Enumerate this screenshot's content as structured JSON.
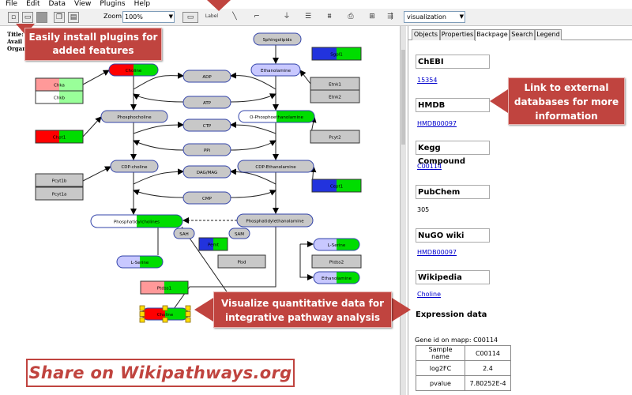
{
  "menu": [
    "File",
    "Edit",
    "Data",
    "View",
    "Plugins",
    "Help"
  ],
  "toolbar": {
    "zoom_label": "Zoom:",
    "zoom_value": "100%",
    "label_btn": "Label",
    "vis_select": "visualization"
  },
  "left_info": [
    "Title:",
    "Avail",
    "Organ"
  ],
  "pathway": {
    "nodes": [
      {
        "id": "choline",
        "label": "Choline",
        "kind": "metab",
        "fill": "split",
        "left": "#ff0000",
        "right": "#00dd00"
      },
      {
        "id": "sphingolipids",
        "label": "Sphingolipids",
        "kind": "metab",
        "fill": "#c8c8c8"
      },
      {
        "id": "ethanolamine",
        "label": "Ethanolamine",
        "kind": "metab",
        "fill": "#c8c8ff"
      },
      {
        "id": "phosphocholine",
        "label": "Phosphocholine",
        "kind": "metab",
        "fill": "#c8c8c8"
      },
      {
        "id": "ophospho",
        "label": "O-Phosphoethanolamine",
        "kind": "metab",
        "fill": "split",
        "left": "#ffffff",
        "right": "#00dd00"
      },
      {
        "id": "adp",
        "label": "ADP",
        "kind": "metab",
        "fill": "#c8c8c8"
      },
      {
        "id": "atp",
        "label": "ATP",
        "kind": "metab",
        "fill": "#c8c8c8"
      },
      {
        "id": "ctp",
        "label": "CTP",
        "kind": "metab",
        "fill": "#c8c8c8"
      },
      {
        "id": "ppi",
        "label": "PPi",
        "kind": "metab",
        "fill": "#c8c8c8"
      },
      {
        "id": "dagmag",
        "label": "DAG/MAG",
        "kind": "metab",
        "fill": "#c8c8c8"
      },
      {
        "id": "cmp",
        "label": "CMP",
        "kind": "metab",
        "fill": "#c8c8c8"
      },
      {
        "id": "cdpcholine",
        "label": "CDP-choline",
        "kind": "metab",
        "fill": "#c8c8c8"
      },
      {
        "id": "cdpethanol",
        "label": "CDP-Ethanolamine",
        "kind": "metab",
        "fill": "#c8c8c8"
      },
      {
        "id": "phosphatidylcholine",
        "label": "Phosphatidylcholines",
        "kind": "metab",
        "fill": "split",
        "left": "#ffffff",
        "right": "#00dd00"
      },
      {
        "id": "phosphatidylethanol",
        "label": "Phosphatidylethanolamine",
        "kind": "metab",
        "fill": "#c8c8c8"
      },
      {
        "id": "lserine1",
        "label": "L-Serine",
        "kind": "metab",
        "fill": "split",
        "left": "#c8c8ff",
        "right": "#00dd00"
      },
      {
        "id": "lserine2",
        "label": "L-Serine",
        "kind": "metab",
        "fill": "split",
        "left": "#c8c8ff",
        "right": "#00dd00"
      },
      {
        "id": "ethanolamine2",
        "label": "Ethanolamine",
        "kind": "metab",
        "fill": "split",
        "left": "#c8c8ff",
        "right": "#00dd00"
      },
      {
        "id": "sam",
        "label": "SAM",
        "kind": "metab",
        "fill": "#c8c8c8"
      },
      {
        "id": "sah",
        "label": "SAH",
        "kind": "metab",
        "fill": "#c8c8c8"
      },
      {
        "id": "cholinebottom",
        "label": "Choline",
        "kind": "metab",
        "fill": "split",
        "left": "#ff0000",
        "right": "#00dd00"
      },
      {
        "id": "chka",
        "label": "Chka",
        "kind": "gene",
        "fill": "split",
        "left": "#ff9999",
        "right": "#99ff99"
      },
      {
        "id": "chkb",
        "label": "Chkb",
        "kind": "gene",
        "fill": "split",
        "left": "#ffffff",
        "right": "#99ff99"
      },
      {
        "id": "sgpl1",
        "label": "Sgpl1",
        "kind": "gene",
        "fill": "split",
        "left": "#2233dd",
        "right": "#00dd00"
      },
      {
        "id": "etnk1",
        "label": "Etnk1",
        "kind": "gene",
        "fill": "#c8c8c8"
      },
      {
        "id": "etnk2",
        "label": "Etnk2",
        "kind": "gene",
        "fill": "#c8c8c8"
      },
      {
        "id": "chpt1",
        "label": "Chpt1",
        "kind": "gene",
        "fill": "split",
        "left": "#ff0000",
        "right": "#00dd00"
      },
      {
        "id": "pcyt2",
        "label": "Pcyt2",
        "kind": "gene",
        "fill": "#c8c8c8"
      },
      {
        "id": "pcyt1b",
        "label": "Pcyt1b",
        "kind": "gene",
        "fill": "#c8c8c8"
      },
      {
        "id": "pcyt1a",
        "label": "Pcyt1a",
        "kind": "gene",
        "fill": "#c8c8c8"
      },
      {
        "id": "cept1",
        "label": "Cept1",
        "kind": "gene",
        "fill": "split",
        "left": "#2233dd",
        "right": "#00dd00"
      },
      {
        "id": "pemt",
        "label": "Pemt",
        "kind": "gene",
        "fill": "split",
        "left": "#2233dd",
        "right": "#00dd00"
      },
      {
        "id": "pisd",
        "label": "Pisd",
        "kind": "gene",
        "fill": "#c8c8c8"
      },
      {
        "id": "ptdss2",
        "label": "Ptdss2",
        "kind": "gene",
        "fill": "#c8c8c8"
      },
      {
        "id": "ptdss1",
        "label": "Ptdss1",
        "kind": "gene",
        "fill": "split",
        "left": "#ff9999",
        "right": "#00dd00"
      }
    ]
  },
  "panel": {
    "tabs": [
      "Objects",
      "Properties",
      "Backpage",
      "Search",
      "Legend"
    ],
    "active_tab": "Backpage",
    "chebi_title": "ChEBI",
    "chebi_id": "15354",
    "hmdb_title": "HMDB",
    "hmdb_id": "HMDB00097",
    "kegg_title": "Kegg Compound",
    "kegg_id": "C00114",
    "pubchem_title": "PubChem",
    "pubchem_id": "305",
    "nugo_title": "NuGO wiki",
    "nugo_id": "HMDB00097",
    "wiki_title": "Wikipedia",
    "wiki_link": "Choline",
    "expression_title": "Expression data",
    "gene_id_line": "Gene id on mapp: C00114",
    "table": [
      [
        "Sample name",
        "C00114"
      ],
      [
        "log2FC",
        "2.4"
      ],
      [
        "pvalue",
        "7.80252E-4"
      ]
    ]
  },
  "callouts": {
    "plugins": "Easily install plugins for added features",
    "link": "Link  to external databases  for more information",
    "visualize": "Visualize quantitative data  for integrative pathway analysis",
    "share": "Share on Wikipathways.org"
  }
}
